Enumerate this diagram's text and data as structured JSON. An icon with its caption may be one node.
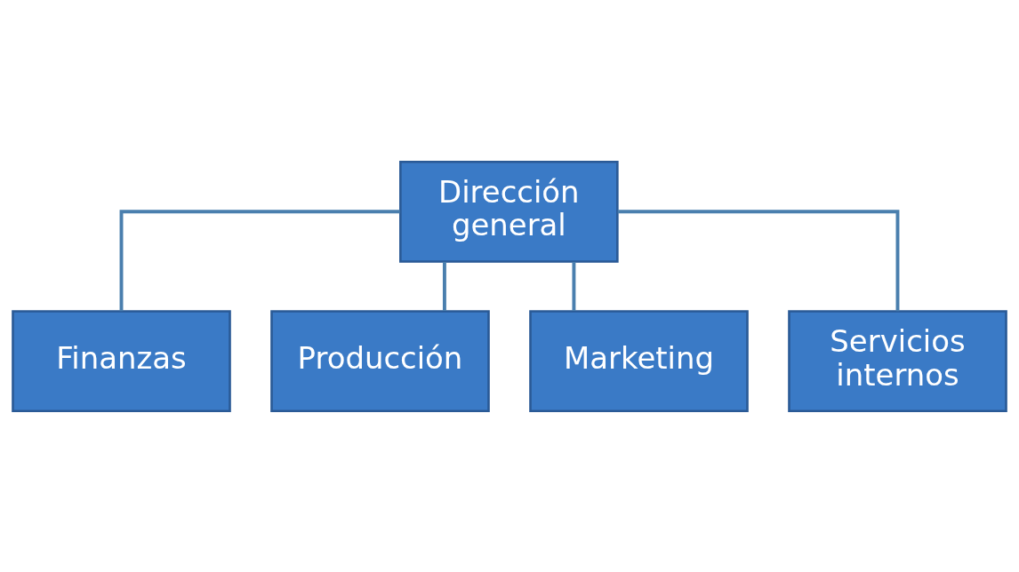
{
  "diagram": {
    "nodes": [
      {
        "text": [
          "Dirección general"
        ]
      },
      {
        "text": [
          "Finanzas"
        ]
      },
      {
        "text": [
          "Producción"
        ]
      },
      {
        "text": [
          "Marketing"
        ]
      },
      {
        "text": [
          "Servicios internos"
        ]
      }
    ],
    "edges": [
      {
        "from": 0,
        "to": 1,
        "arrow": "none"
      },
      {
        "from": 0,
        "to": 2,
        "arrow": "none"
      },
      {
        "from": 0,
        "to": 3,
        "arrow": "none"
      },
      {
        "from": 0,
        "to": 4,
        "arrow": "none"
      }
    ]
  }
}
